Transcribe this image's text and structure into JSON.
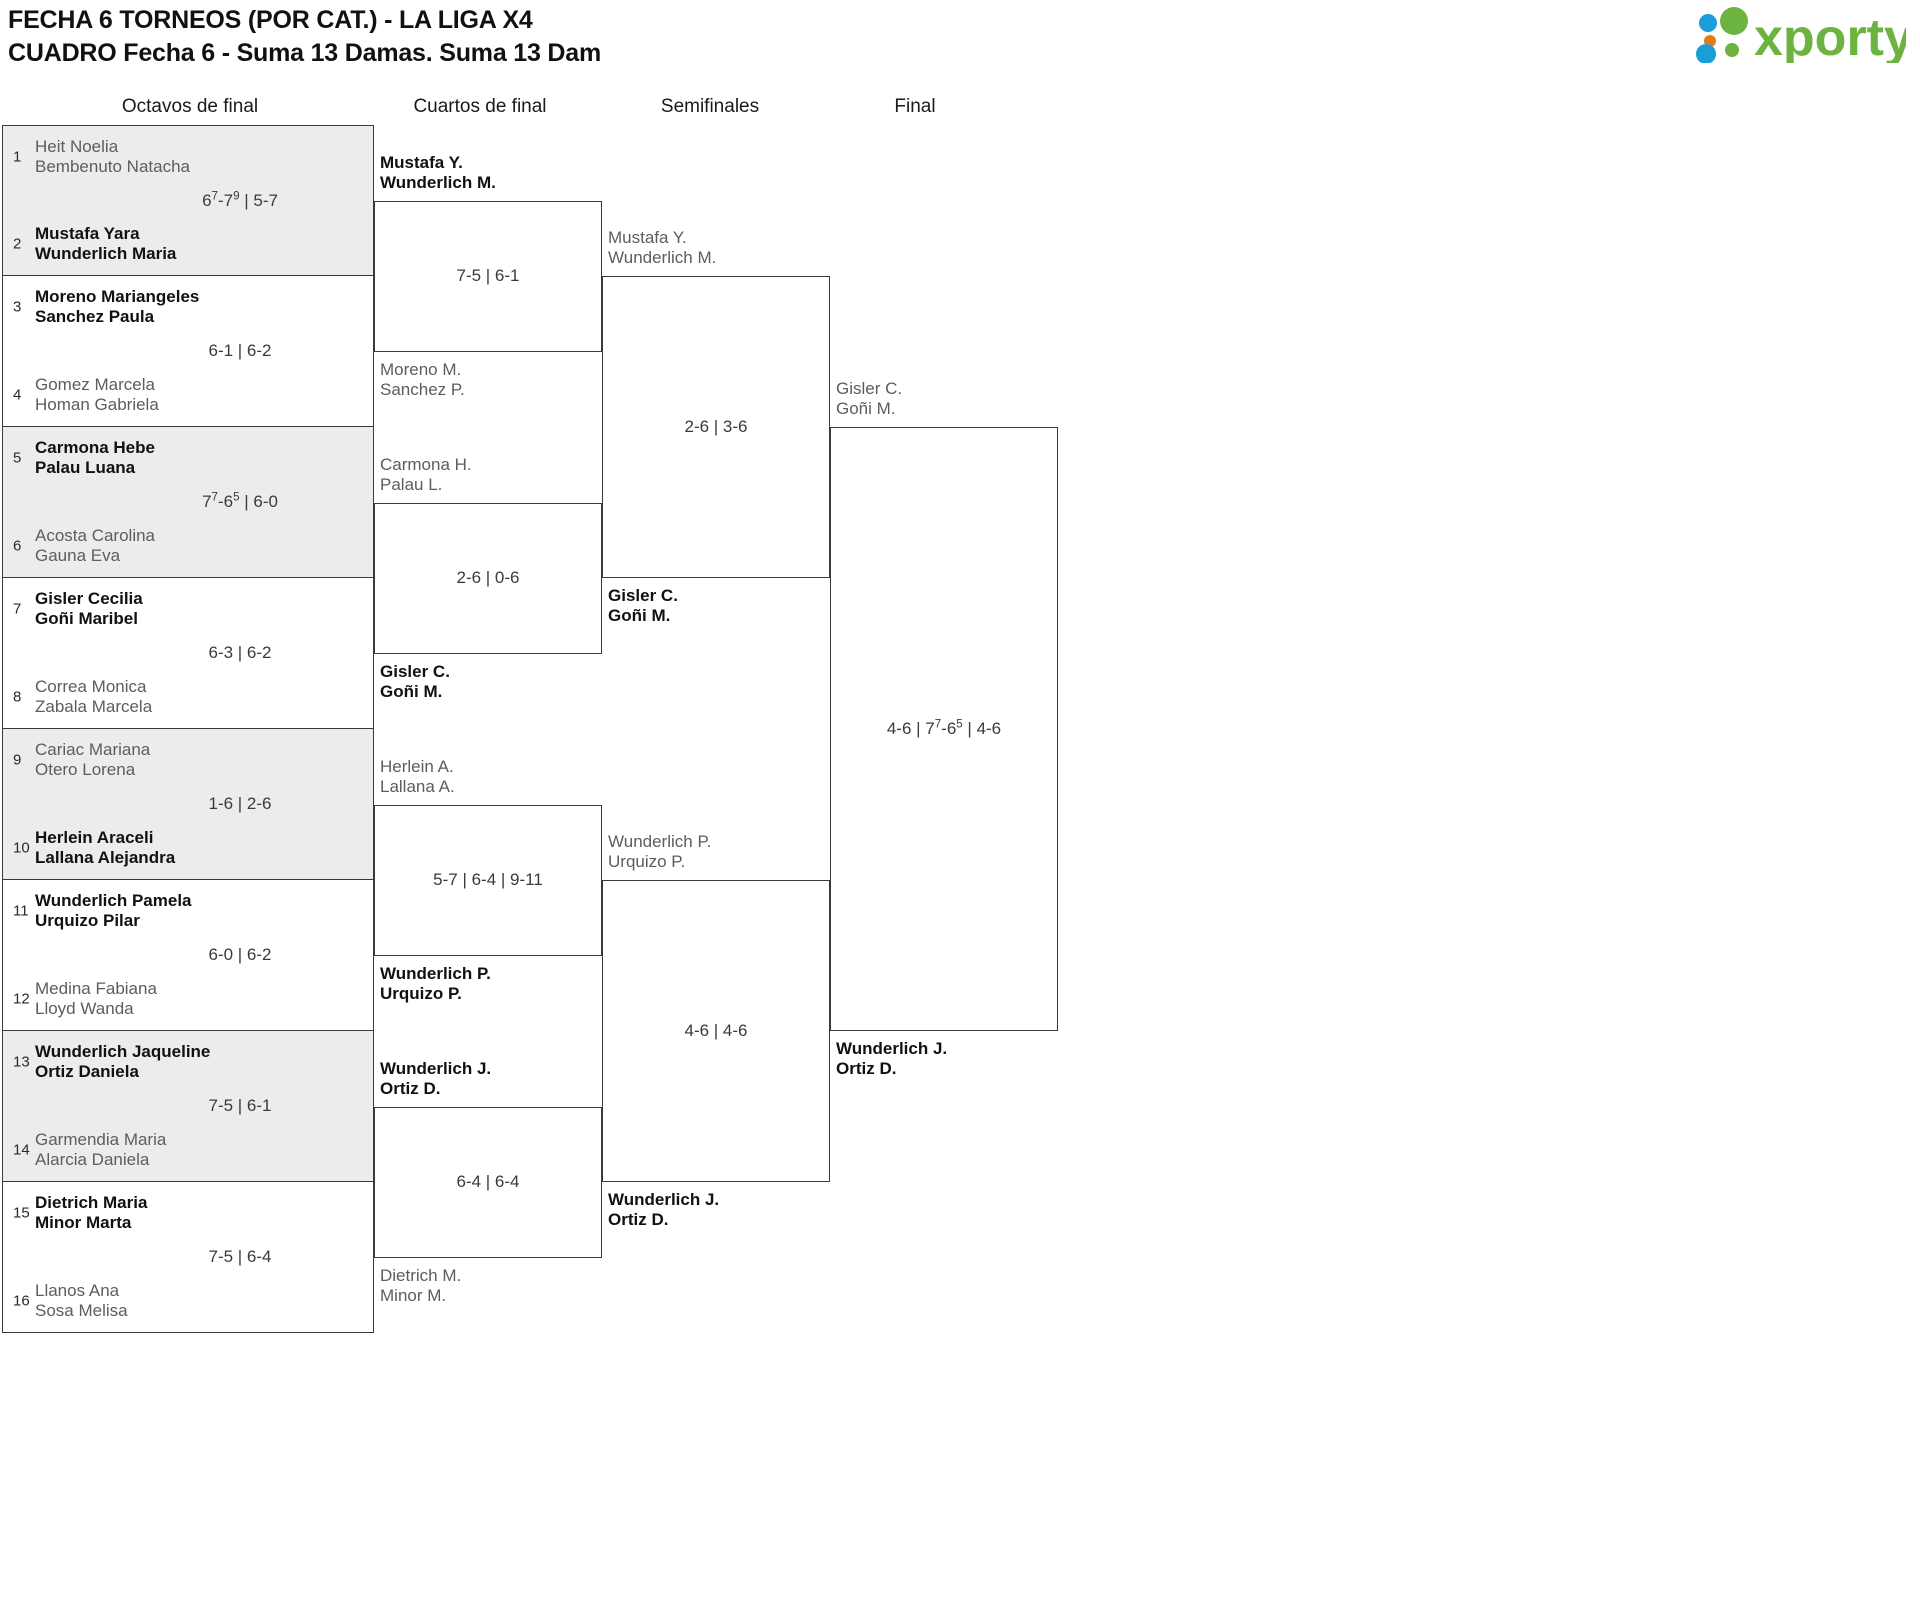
{
  "header": {
    "title_line1": "FECHA 6 TORNEOS (POR CAT.) - LA LIGA X4",
    "title_line2": "CUADRO Fecha 6 - Suma 13 Damas. Suma 13 Dam",
    "logo_text": "xporty",
    "logo_colors": {
      "green": "#6cb33f",
      "blue": "#1b9dd9",
      "orange": "#e07b16"
    }
  },
  "rounds": [
    {
      "label": "Octavos de final"
    },
    {
      "label": "Cuartos de final"
    },
    {
      "label": "Semifinales"
    },
    {
      "label": "Final"
    }
  ],
  "round1": [
    {
      "shaded": true,
      "top": {
        "seed": "1",
        "p1": "Heit Noelia",
        "p2": "Bembenuto Natacha",
        "winner": false
      },
      "bottom": {
        "seed": "2",
        "p1": "Mustafa Yara",
        "p2": "Wunderlich Maria",
        "winner": true
      },
      "score_pre": "6",
      "score_sup1": "7",
      "score_mid": "-7",
      "score_sup2": "9",
      "score_post": " | 5-7",
      "score_plain": null
    },
    {
      "shaded": false,
      "top": {
        "seed": "3",
        "p1": "Moreno Mariangeles",
        "p2": "Sanchez Paula",
        "winner": true
      },
      "bottom": {
        "seed": "4",
        "p1": "Gomez Marcela",
        "p2": "Homan Gabriela",
        "winner": false
      },
      "score_plain": "6-1 | 6-2"
    },
    {
      "shaded": true,
      "top": {
        "seed": "5",
        "p1": "Carmona Hebe",
        "p2": "Palau Luana",
        "winner": true
      },
      "bottom": {
        "seed": "6",
        "p1": "Acosta Carolina",
        "p2": "Gauna Eva",
        "winner": false
      },
      "score_pre": "7",
      "score_sup1": "7",
      "score_mid": "-6",
      "score_sup2": "5",
      "score_post": " | 6-0",
      "score_plain": null
    },
    {
      "shaded": false,
      "top": {
        "seed": "7",
        "p1": "Gisler Cecilia",
        "p2": "Goñi Maribel",
        "winner": true
      },
      "bottom": {
        "seed": "8",
        "p1": "Correa Monica",
        "p2": "Zabala Marcela",
        "winner": false
      },
      "score_plain": "6-3 | 6-2"
    },
    {
      "shaded": true,
      "top": {
        "seed": "9",
        "p1": "Cariac Mariana",
        "p2": "Otero Lorena",
        "winner": false
      },
      "bottom": {
        "seed": "10",
        "p1": "Herlein Araceli",
        "p2": "Lallana Alejandra",
        "winner": true
      },
      "score_plain": "1-6 | 2-6"
    },
    {
      "shaded": false,
      "top": {
        "seed": "11",
        "p1": "Wunderlich Pamela",
        "p2": "Urquizo Pilar",
        "winner": true
      },
      "bottom": {
        "seed": "12",
        "p1": "Medina Fabiana",
        "p2": "Lloyd Wanda",
        "winner": false
      },
      "score_plain": "6-0 | 6-2"
    },
    {
      "shaded": true,
      "top": {
        "seed": "13",
        "p1": "Wunderlich Jaqueline",
        "p2": "Ortiz Daniela",
        "winner": true
      },
      "bottom": {
        "seed": "14",
        "p1": "Garmendia Maria",
        "p2": "Alarcia Daniela",
        "winner": false
      },
      "score_plain": "7-5 | 6-1"
    },
    {
      "shaded": false,
      "top": {
        "seed": "15",
        "p1": "Dietrich Maria",
        "p2": "Minor Marta",
        "winner": true
      },
      "bottom": {
        "seed": "16",
        "p1": "Llanos Ana",
        "p2": "Sosa Melisa",
        "winner": false
      },
      "score_plain": "7-5 | 6-4"
    }
  ],
  "round2": [
    {
      "top": {
        "p1": "Mustafa Y.",
        "p2": "Wunderlich M.",
        "winner": true
      },
      "bottom": {
        "p1": "Moreno M.",
        "p2": "Sanchez P.",
        "winner": false
      },
      "score_plain": "7-5 | 6-1"
    },
    {
      "top": {
        "p1": "Carmona H.",
        "p2": "Palau L.",
        "winner": false
      },
      "bottom": {
        "p1": "Gisler C.",
        "p2": "Goñi M.",
        "winner": true
      },
      "score_plain": "2-6 | 0-6"
    },
    {
      "top": {
        "p1": "Herlein A.",
        "p2": "Lallana A.",
        "winner": false
      },
      "bottom": {
        "p1": "Wunderlich P.",
        "p2": "Urquizo P.",
        "winner": true
      },
      "score_plain": "5-7 | 6-4 | 9-11"
    },
    {
      "top": {
        "p1": "Wunderlich J.",
        "p2": "Ortiz D.",
        "winner": true
      },
      "bottom": {
        "p1": "Dietrich M.",
        "p2": "Minor M.",
        "winner": false
      },
      "score_plain": "6-4 | 6-4"
    }
  ],
  "round3": [
    {
      "top": {
        "p1": "Mustafa Y.",
        "p2": "Wunderlich M.",
        "winner": false
      },
      "bottom": {
        "p1": "Gisler C.",
        "p2": "Goñi M.",
        "winner": true
      },
      "score_plain": "2-6 | 3-6"
    },
    {
      "top": {
        "p1": "Wunderlich P.",
        "p2": "Urquizo P.",
        "winner": false
      },
      "bottom": {
        "p1": "Wunderlich J.",
        "p2": "Ortiz D.",
        "winner": true
      },
      "score_plain": "4-6 | 4-6"
    }
  ],
  "round4": {
    "top": {
      "p1": "Gisler C.",
      "p2": "Goñi M.",
      "winner": false
    },
    "bottom": {
      "p1": "Wunderlich J.",
      "p2": "Ortiz D.",
      "winner": true
    },
    "score_pre": "4-6 | 7",
    "score_sup1": "7",
    "score_mid": "-6",
    "score_sup2": "5",
    "score_post": " | 4-6"
  }
}
